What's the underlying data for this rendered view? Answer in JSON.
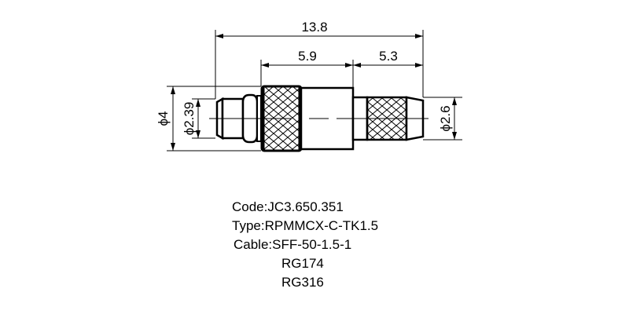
{
  "drawing": {
    "dimensions": {
      "overall_length": "13.8",
      "front_body_length": "5.9",
      "rear_sleeve_length": "5.3",
      "outer_diameter": "ϕ4",
      "pin_diameter": "ϕ2.39",
      "sleeve_diameter": "ϕ2.6"
    }
  },
  "specs": {
    "code": "Code:JC3.650.351",
    "type": "Type:RPMMCX-C-TK1.5",
    "cable": "Cable:SFF-50-1.5-1",
    "cable_alt1": "RG174",
    "cable_alt2": "RG316"
  },
  "colors": {
    "line": "#000000",
    "background": "#ffffff"
  }
}
